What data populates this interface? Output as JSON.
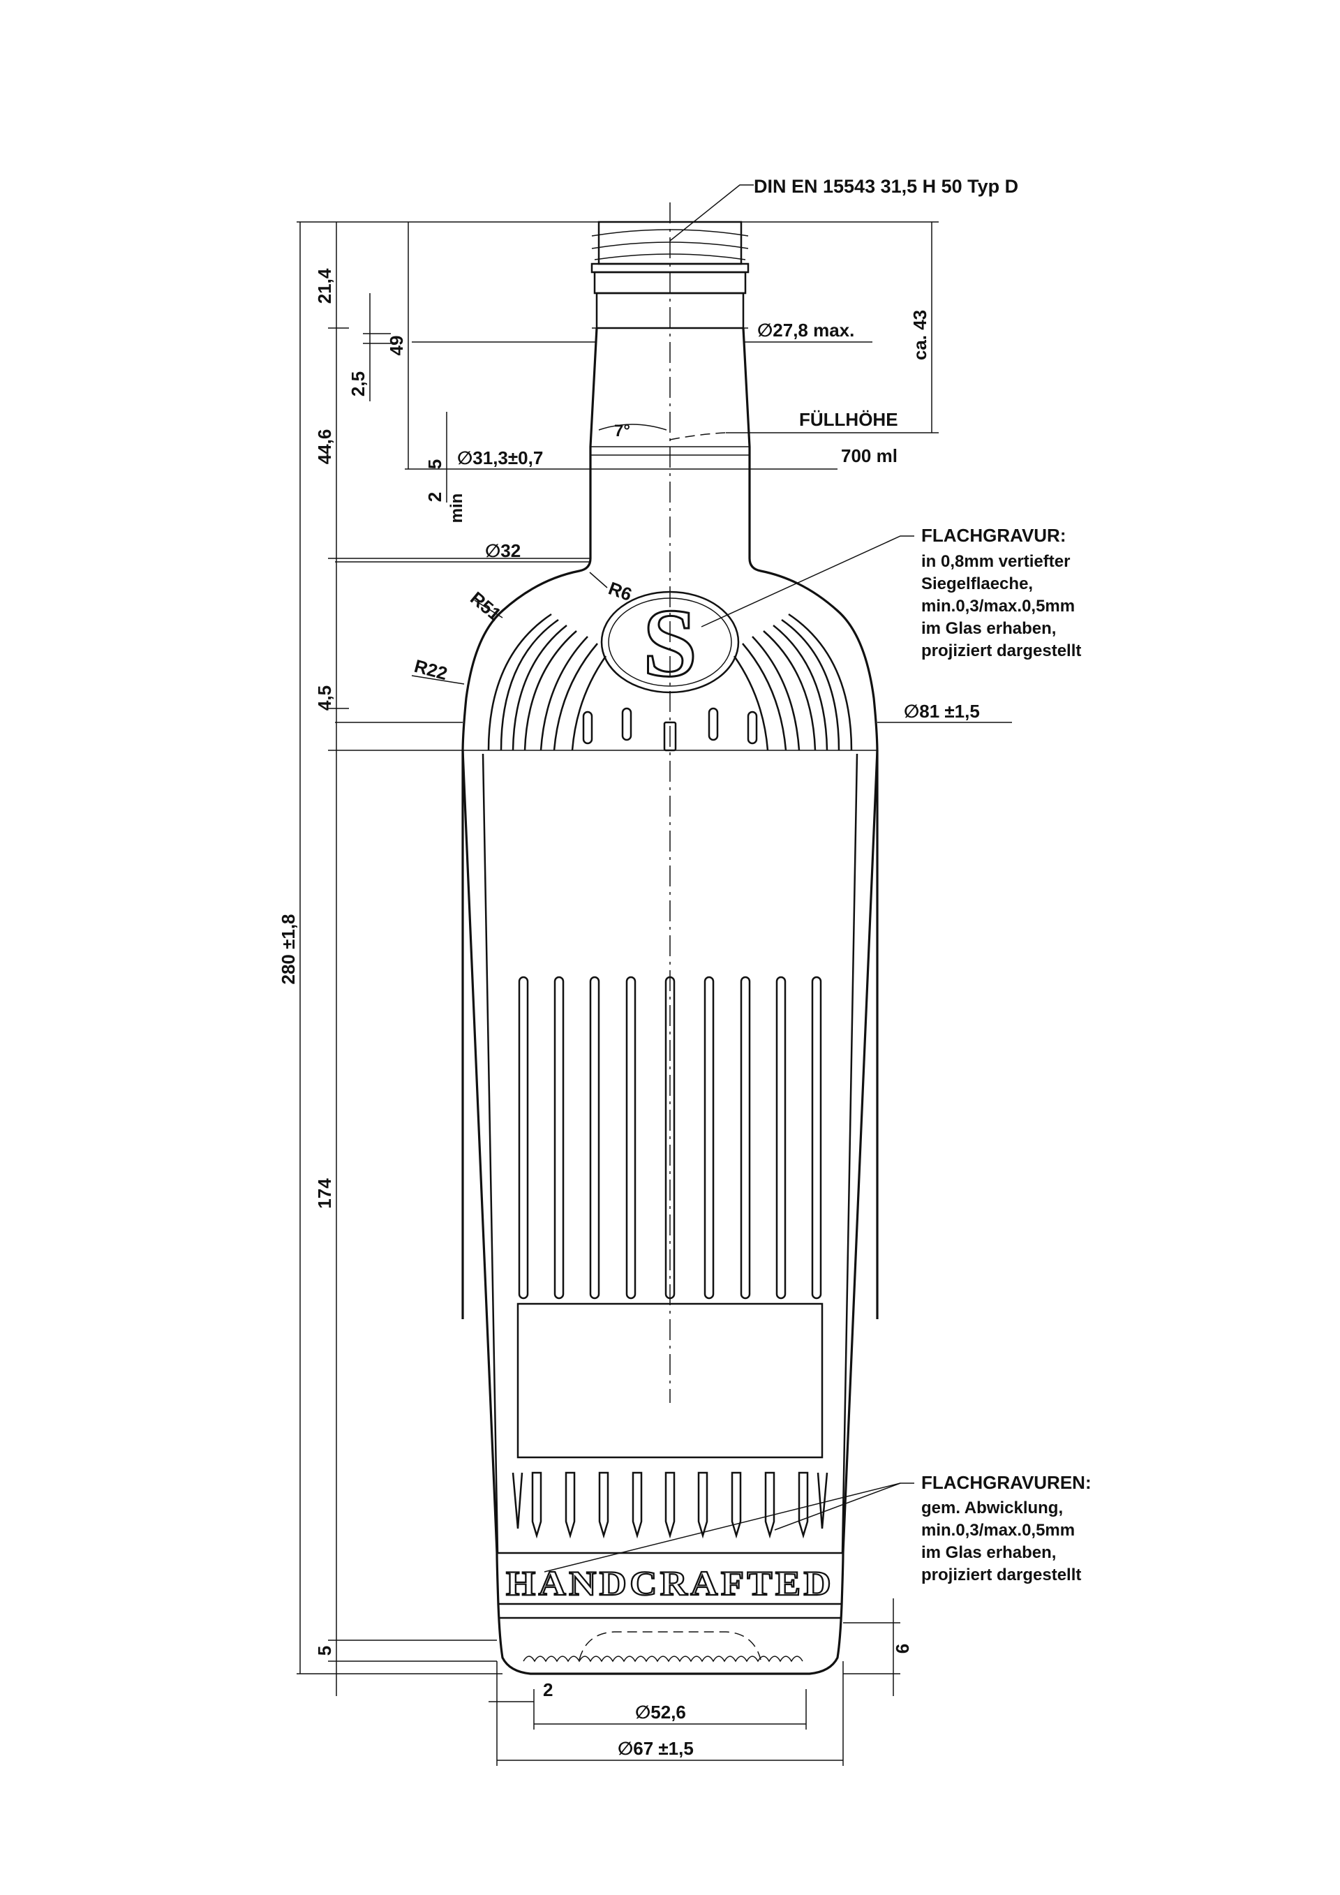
{
  "callouts": {
    "finish": "DIN EN 15543 31,5 H 50 Typ D",
    "fill_label": "FÜLLHÖHE",
    "fill_volume": "700   ml",
    "seal_title": "FLACHGRAVUR:",
    "seal_lines": [
      "in 0,8mm vertiefter",
      "Siegelflaeche,",
      "min.0,3/max.0,5mm",
      "im Glas erhaben,",
      "projiziert dargestellt"
    ],
    "engr_title": "FLACHGRAVUREN:",
    "engr_lines": [
      "gem. Abwicklung,",
      "min.0,3/max.0,5mm",
      "im Glas erhaben,",
      "projiziert dargestellt"
    ]
  },
  "dims": {
    "d_27_8": "∅27,8 max.",
    "d_31_3": "∅31,3±0,7",
    "d_32": "∅32",
    "d_81": "∅81 ±1,5",
    "d_52_6": "∅52,6",
    "d_67": "∅67 ±1,5",
    "angle": "7°",
    "h_21_4": "21,4",
    "h_49": "49",
    "h_2_5": "2,5",
    "h_44_6": "44,6",
    "h_5a": "5",
    "h_2": "2",
    "h_min": "min",
    "h_ca43": "ca. 43",
    "h_280": "280 ±1,8",
    "h_4_5": "4,5",
    "h_174": "174",
    "h_5b": "5",
    "h_6": "6",
    "w_2": "2",
    "r6": "R6",
    "r51": "R51",
    "r22": "R22"
  },
  "engraving": {
    "word": "HANDCRAFTED",
    "seal_letter": "S"
  }
}
